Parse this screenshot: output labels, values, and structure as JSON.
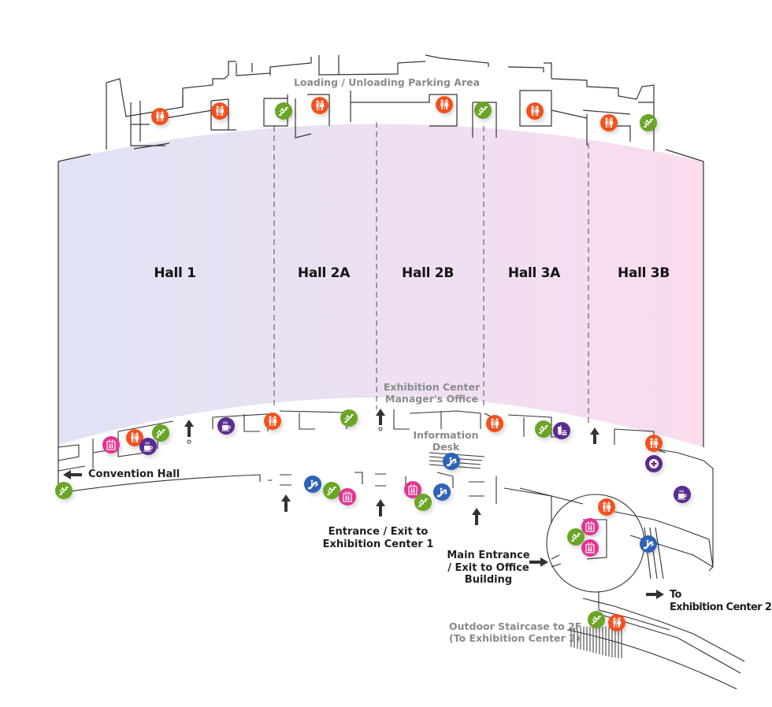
{
  "map": {
    "colors": {
      "hall_gradient_start": "#e0e3f6",
      "hall_gradient_end": "#fadcee",
      "restroom": "#f4511e",
      "stairs": "#6aa526",
      "elevator": "#e2338f",
      "escalator": "#2d63b8",
      "cafe": "#5b2c8f",
      "first_aid": "#5b2c8f",
      "food": "#5b2c8f",
      "walls": "#333333",
      "label_dark": "#1f1f1f",
      "label_grey": "#8a8a8a"
    },
    "halls": [
      {
        "id": "hall-1",
        "label": "Hall 1"
      },
      {
        "id": "hall-2a",
        "label": "Hall 2A"
      },
      {
        "id": "hall-2b",
        "label": "Hall 2B"
      },
      {
        "id": "hall-3a",
        "label": "Hall 3A"
      },
      {
        "id": "hall-3b",
        "label": "Hall 3B"
      }
    ],
    "labels": {
      "loading_area": "Loading / Unloading Parking Area",
      "manager_office_line1": "Exhibition Center",
      "manager_office_line2": "Manager's Office",
      "info_desk_line1": "Information",
      "info_desk_line2": "Desk",
      "convention_hall": "Convention Hall",
      "entrance1_line1": "Entrance / Exit to",
      "entrance1_line2": "Exhibition Center 1",
      "main_entrance_line1": "Main Entrance",
      "main_entrance_line2": "/ Exit to Office",
      "main_entrance_line3": "Building",
      "to_ec2_line1": "To",
      "to_ec2_line2": "Exhibition Center 2",
      "outdoor_stairs_line1": "Outdoor Staircase to 2F",
      "outdoor_stairs_line2": "(To Exhibition Center 2)"
    },
    "poi_types": {
      "restroom": "restroom-icon",
      "stairs": "stairs-icon",
      "elevator": "elevator-icon",
      "escalator": "escalator-icon",
      "cafe": "cafe-icon",
      "first_aid": "first-aid-icon",
      "food": "food-icon"
    }
  }
}
